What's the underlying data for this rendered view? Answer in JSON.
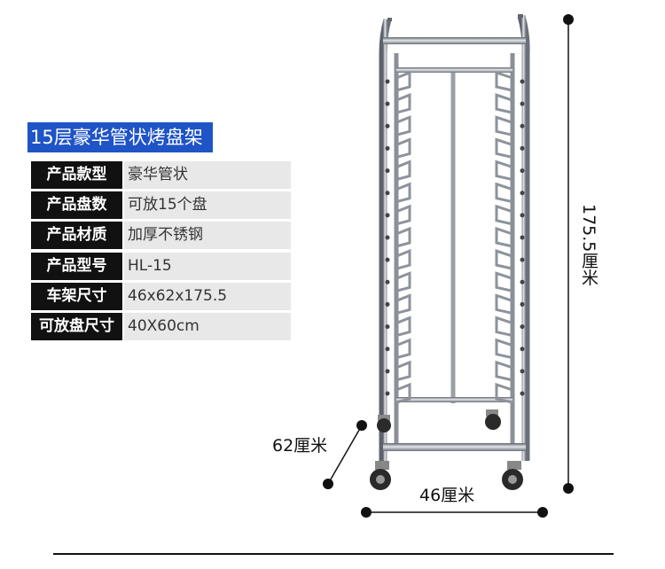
{
  "title": "15层豪华管状烤盘架",
  "specs": [
    {
      "label": "产品款型",
      "value": "豪华管状"
    },
    {
      "label": "产品盘数",
      "value": "可放15个盘"
    },
    {
      "label": "产品材质",
      "value": "加厚不锈钢"
    },
    {
      "label": "产品型号",
      "value": "HL-15"
    },
    {
      "label": "车架尺寸",
      "value": "46x62x175.5"
    },
    {
      "label": "可放盘尺寸",
      "value": "40X60cm"
    }
  ],
  "dimensions": {
    "height": "175.5厘米",
    "depth": "62厘米",
    "width": "46厘米"
  },
  "rack": {
    "shelf_count": 15
  },
  "colors": {
    "title_bg": "#1f54c7",
    "label_bg": "#111111",
    "value_bg": "#e8e8e8",
    "steel": "#9aa0a8"
  }
}
